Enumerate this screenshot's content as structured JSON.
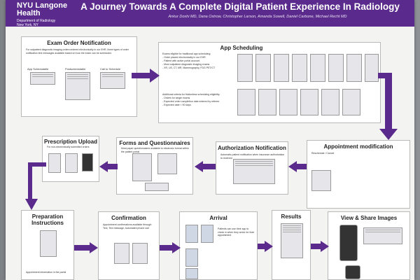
{
  "header": {
    "logo_line1": "NYU Langone",
    "logo_line2": "Health",
    "logo_sub1": "Department of Radiology",
    "logo_sub2": "New York, NY",
    "title": "A Journey Towards A Complete Digital Patient Experience In Radiology",
    "authors": "Ankur Doshi MD, Dana Ostrow, Christopher Larson, Amanda Sowell, Daniel Carbone, Michael Recht MD"
  },
  "sections": {
    "exam_order": {
      "title": "Exam Order Notification",
      "intro": "For outpatient diagnostic imaging orders entered electronically in our EHR, three types of order notification text messages available based on how the exam can be scheduled.",
      "col1": "App Schedulable",
      "col2": "Postschedulable",
      "col3": "Call to Schedule"
    },
    "app_scheduling": {
      "title": "App Scheduling",
      "criteria_intro": "Exams eligible for traditional app scheduling:",
      "criteria": [
        "- Order placed electronically in our EHR",
        "- Patient with active portal account",
        "- Most outpatient diagnostic imaging exams",
        "- XR, US, CT, MR, Mammography, FDG PET/CT"
      ],
      "extra_intro": "Additional criteria for frictionless scheduling eligibility:",
      "extra": [
        "- Orders for single exams",
        "- Expected order completion date entered by referrer",
        "- Expected date < 90 days"
      ]
    },
    "appointment_mod": {
      "title": "Appointment modification",
      "text": "Reschedule / Cancel"
    },
    "authorization": {
      "title": "Authorization Notification",
      "text": "Automatic patient notification when insurance authorization is received"
    },
    "forms": {
      "title": "Forms and Questionnaires",
      "text": "Most paper questionnaires available to electronic format within the patient portal"
    },
    "prescription": {
      "title": "Prescription Upload",
      "text": "For non-electronically submitted orders"
    },
    "preparation": {
      "title": "Preparation Instructions",
      "text": "Appointment information in the portal"
    },
    "confirmation": {
      "title": "Confirmation",
      "text": "Appointment confirmations available through: Text, Text message, Automated phone call"
    },
    "arrival": {
      "title": "Arrival",
      "text": "Patients can use their app to check in when they arrive for their appointment"
    },
    "results": {
      "title": "Results"
    },
    "view_share": {
      "title": "View & Share Images"
    }
  }
}
